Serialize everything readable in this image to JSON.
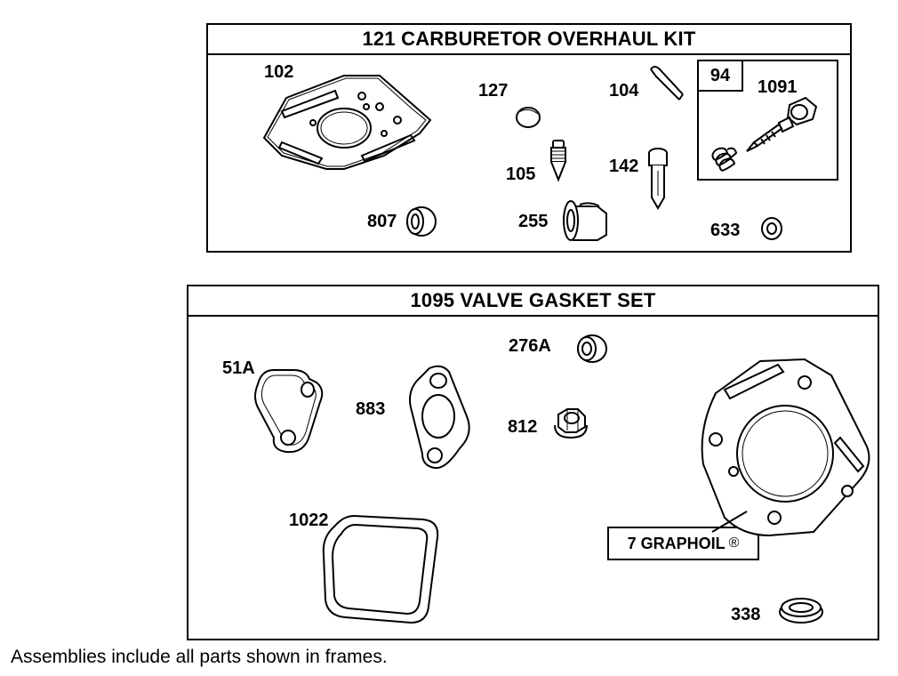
{
  "kit1": {
    "title": "121 CARBURETOR OVERHAUL KIT",
    "parts": {
      "p102": "102",
      "p127": "127",
      "p104": "104",
      "p94": "94",
      "p1091": "1091",
      "p105": "105",
      "p142": "142",
      "p807": "807",
      "p255": "255",
      "p633": "633"
    }
  },
  "kit2": {
    "title": "1095 VALVE GASKET SET",
    "parts": {
      "p51A": "51A",
      "p883": "883",
      "p276A": "276A",
      "p812": "812",
      "p1022": "1022",
      "p338": "338"
    },
    "callout": {
      "text": "7 GRAPHOIL",
      "mark": "®"
    }
  },
  "footnote": "Assemblies include all parts shown in frames."
}
